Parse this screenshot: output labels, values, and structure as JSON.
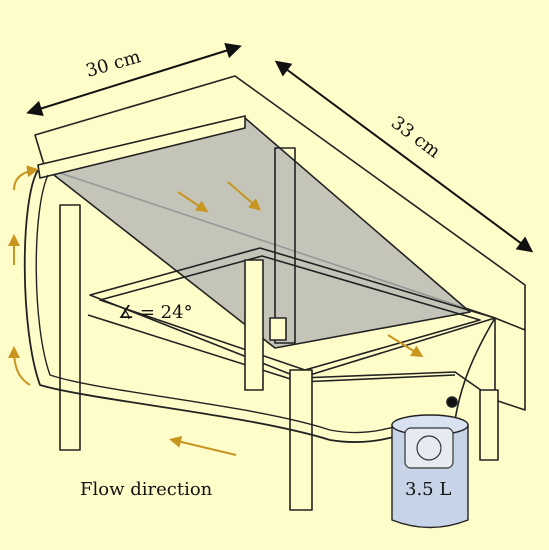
{
  "diagram": {
    "background_color": "#fefcc9",
    "frame_color": "#222222",
    "arrow_color": "#c8951e",
    "panel_color": "#b5b5b5",
    "container_color": "#c7d3e6",
    "labels": {
      "width": "30 cm",
      "length": "33 cm",
      "angle": "∡ = 24°",
      "flow": "Flow direction",
      "volume": "3.5 L"
    }
  }
}
